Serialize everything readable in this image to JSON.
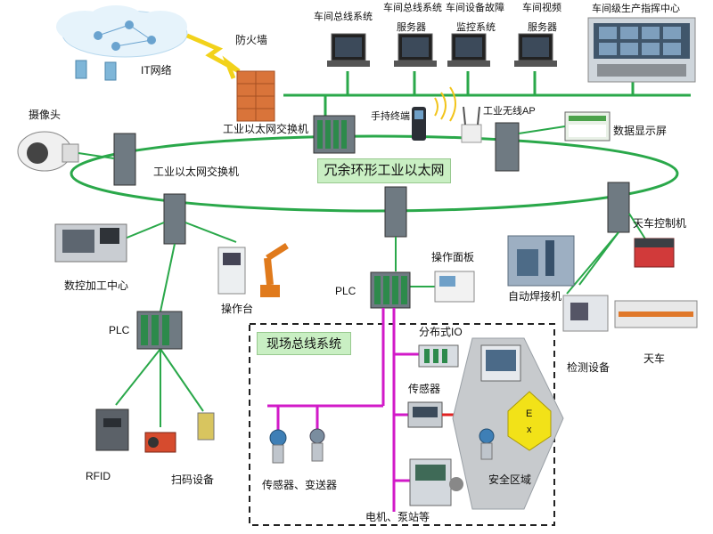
{
  "diagram": {
    "ring_title": "冗余环形工业以太网",
    "field_bus_title": "现场总线系统",
    "labels": {
      "it_network": "IT网络",
      "firewall": "防火墙",
      "ws1": "车间总线系统",
      "ws2_line1": "车间总线系统",
      "ws2_line2": "服务器",
      "ws3_line1": "车间设备故障",
      "ws3_line2": "监控系统",
      "ws4_line1": "车间视频",
      "ws4_line2": "服务器",
      "control_center": "车间级生产指挥中心",
      "camera": "摄像头",
      "top_switch": "工业以太网交换机",
      "handheld": "手持终端",
      "wireless_ap": "工业无线AP",
      "data_screen": "数据显示屏",
      "left_switch": "工业以太网交换机",
      "cnc": "数控加工中心",
      "console": "操作台",
      "plc_left": "PLC",
      "rfid": "RFID",
      "scanner": "扫码设备",
      "plc_center": "PLC",
      "op_panel": "操作面板",
      "welder": "自动焊接机",
      "crane_ctrl": "天车控制机",
      "inspection": "检测设备",
      "crane": "天车",
      "distributed_io": "分布式IO",
      "transmitter": "传感器",
      "sensor_transmitter": "传感器、变送器",
      "motor_pump": "电机、泵站等",
      "safety_zone": "安全区域",
      "ex_top": "E",
      "ex_bottom": "x"
    }
  }
}
